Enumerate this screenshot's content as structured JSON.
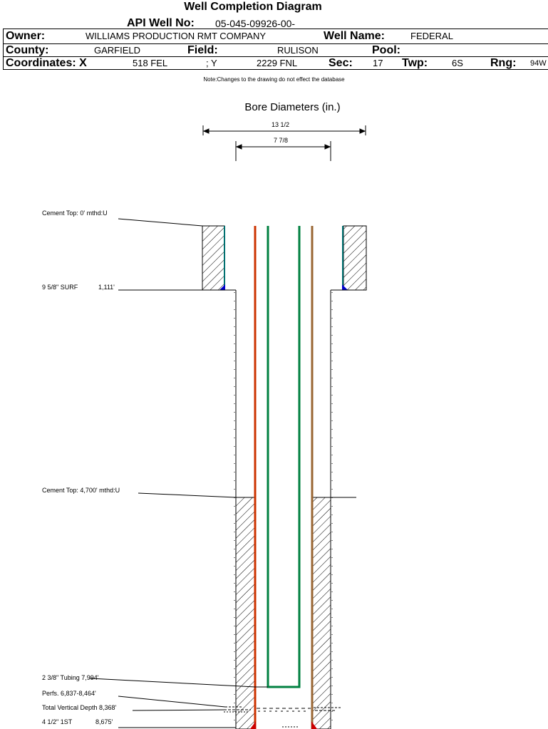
{
  "header": {
    "title": "Well Completion Diagram",
    "api_label": "API Well No:",
    "api_value": "05-045-09926-00-",
    "owner_label": "Owner:",
    "owner_value": "WILLIAMS PRODUCTION RMT COMPANY",
    "well_name_label": "Well Name:",
    "well_name_value": "FEDERAL",
    "county_label": "County:",
    "county_value": "GARFIELD",
    "field_label": "Field:",
    "field_value": "RULISON",
    "pool_label": "Pool:",
    "coords_label": "Coordinates: X",
    "coords_x": "518 FEL",
    "coords_y_label": "; Y",
    "coords_y": "2229 FNL",
    "sec_label": "Sec:",
    "sec_value": "17",
    "twp_label": "Twp:",
    "twp_value": "6S",
    "rng_label": "Rng:",
    "rng_value": "94W",
    "note": "Note:Changes to the drawing do not effect the database"
  },
  "diagram": {
    "bore_title": "Bore Diameters (in.)",
    "bore_outer": "13 1/2",
    "bore_inner": "7 7/8",
    "annotations": {
      "cement_top_1": "Cement Top: 0' mthd:U",
      "surf_casing": "9 5/8\" SURF",
      "surf_depth": "1,111'",
      "cement_top_2": "Cement Top: 4,700' mthd:U",
      "tubing": "2 3/8\" Tubing 7,994'",
      "perfs": "Perfs. 6,837-8,464'",
      "tvd": "Total Vertical Depth 8,368'",
      "prod_casing": "4 1/2\" 1ST",
      "prod_depth": "8,675'"
    },
    "colors": {
      "tubing": "#008040",
      "prod_left": "#cc3300",
      "prod_right": "#996633",
      "surf_casing": "#007070",
      "shoe_surf": "#0000cc",
      "shoe_prod": "#cc0000"
    }
  }
}
